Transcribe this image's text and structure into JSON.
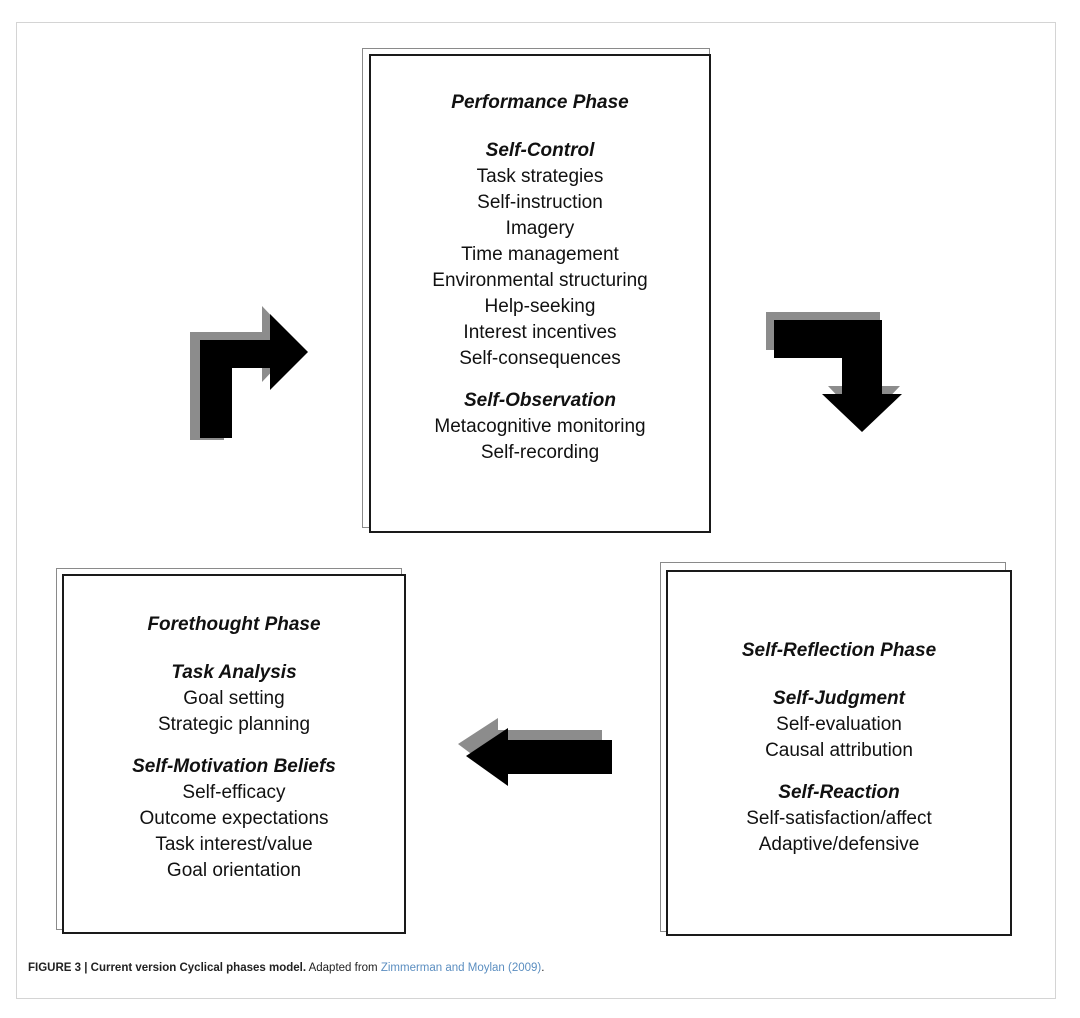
{
  "phases": {
    "performance": {
      "title": "Performance Phase",
      "sections": [
        {
          "title": "Self-Control",
          "items": [
            "Task strategies",
            "Self-instruction",
            "Imagery",
            "Time management",
            "Environmental structuring",
            "Help-seeking",
            "Interest incentives",
            "Self-consequences"
          ]
        },
        {
          "title": "Self-Observation",
          "items": [
            "Metacognitive monitoring",
            "Self-recording"
          ]
        }
      ]
    },
    "forethought": {
      "title": "Forethought Phase",
      "sections": [
        {
          "title": "Task Analysis",
          "items": [
            "Goal setting",
            "Strategic planning"
          ]
        },
        {
          "title": "Self-Motivation Beliefs",
          "items": [
            "Self-efficacy",
            "Outcome expectations",
            "Task interest/value",
            "Goal orientation"
          ]
        }
      ]
    },
    "reflection": {
      "title": "Self-Reflection Phase",
      "sections": [
        {
          "title": "Self-Judgment",
          "items": [
            "Self-evaluation",
            "Causal attribution"
          ]
        },
        {
          "title": "Self-Reaction",
          "items": [
            "Self-satisfaction/affect",
            "Adaptive/defensive"
          ]
        }
      ]
    }
  },
  "caption": {
    "label": "FIGURE 3 | Current version Cyclical phases model.",
    "text": " Adapted from ",
    "link": "Zimmerman and Moylan (2009)",
    "end": "."
  },
  "colors": {
    "arrow_main": "#000000",
    "arrow_shadow": "#8c8c8c",
    "border": "#1a1a1a"
  }
}
